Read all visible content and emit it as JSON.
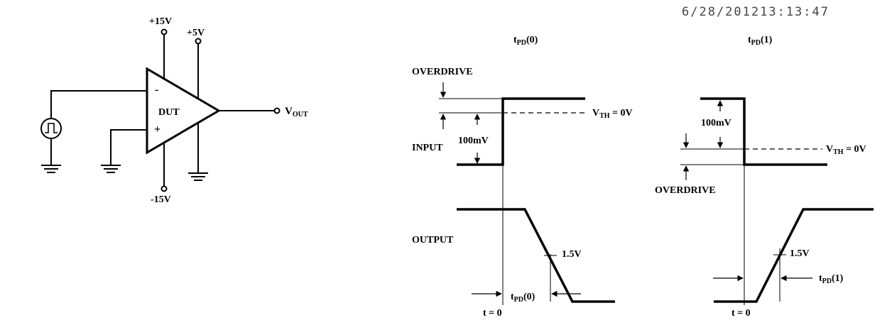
{
  "timestamp": "6/28/201213:13:47",
  "circuit": {
    "dut_label": "DUT",
    "supply_pos": "+15V",
    "supply_neg": "-15V",
    "supply_logic": "+5V",
    "minus_sign": "-",
    "plus_sign": "+",
    "vout": "V",
    "vout_sub": "OUT"
  },
  "tpd0": {
    "title": "t",
    "title_sub": "PD",
    "title_tail": "(0)",
    "overdrive": "OVERDRIVE",
    "input": "INPUT",
    "step": "100mV",
    "vth": "V",
    "vth_sub": "TH",
    "vth_tail": " = 0V",
    "output": "OUTPUT",
    "level": "1.5V",
    "tpd": "t",
    "tpd_sub": "PD",
    "tpd_tail": "(0)",
    "t0": "t = 0"
  },
  "tpd1": {
    "title": "t",
    "title_sub": "PD",
    "title_tail": "(1)",
    "step": "100mV",
    "vth": "V",
    "vth_sub": "TH",
    "vth_tail": " = 0V",
    "overdrive": "OVERDRIVE",
    "level": "1.5V",
    "tpd": "t",
    "tpd_sub": "PD",
    "tpd_tail": "(1)",
    "t0": "t = 0"
  }
}
